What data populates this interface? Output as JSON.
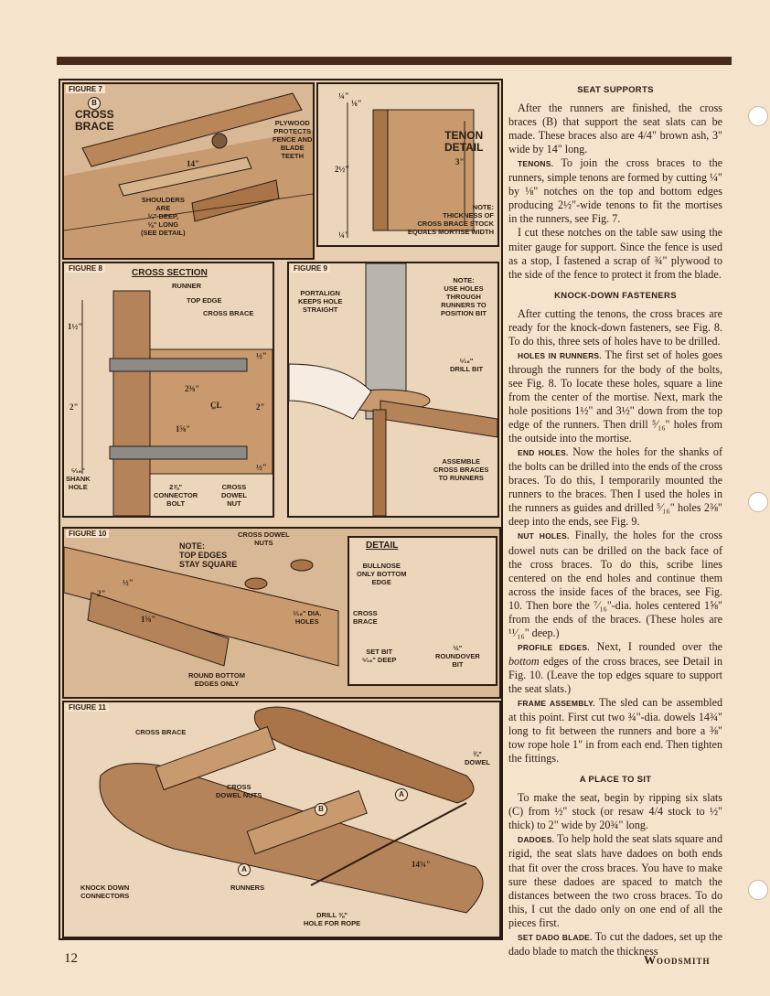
{
  "page": {
    "number": "12",
    "publication": "Woodsmith"
  },
  "figures": {
    "fig7": {
      "label": "FIGURE 7",
      "cross_brace": "CROSS\nBRACE",
      "circle_b": "B",
      "plywood": "PLYWOOD\nPROTECTS\nFENCE AND\nBLADE\nTEETH",
      "dim_14": "14\"",
      "shoulders": "SHOULDERS\nARE\n¼\" DEEP,\n⅛\" LONG\n(SEE DETAIL)",
      "tenon_detail": "TENON\nDETAIL",
      "note": "NOTE:\nTHICKNESS OF\nCROSS BRACE STOCK\nEQUALS MORTISE WIDTH",
      "dim_quarter": "¼\"",
      "dim_eighth": "⅛\"",
      "dim_2half": "2½\"",
      "dim_3": "3\"",
      "dim_quarter2": "¼\""
    },
    "fig8": {
      "label": "FIGURE 8",
      "title": "CROSS SECTION",
      "runner": "RUNNER",
      "top_edge": "TOP EDGE",
      "cross_brace": "CROSS BRACE",
      "dim_1half": "1½\"",
      "dim_half1": "½\"",
      "dim_2_3_8": "2⅜\"",
      "dim_2": "2\"",
      "dim_2b": "2\"",
      "cl": "C̲L",
      "dim_1_5_8": "1⅝\"",
      "dim_half2": "½\"",
      "shank_hole": "⁵⁄₁₆\"\nSHANK\nHOLE",
      "connector": "2⅞\"\nCONNECTOR\nBOLT",
      "dowel_nut": "CROSS\nDOWEL\nNUT"
    },
    "fig9": {
      "label": "FIGURE 9",
      "portalign": "PORTALIGN\nKEEPS HOLE\nSTRAIGHT",
      "note": "NOTE:\nUSE HOLES\nTHROUGH\nRUNNERS TO\nPOSITION BIT",
      "drill_bit": "⁵⁄₁₆\"\nDRILL BIT",
      "assemble": "ASSEMBLE\nCROSS BRACES\nTO RUNNERS"
    },
    "fig10": {
      "label": "FIGURE 10",
      "note": "NOTE:\nTOP EDGES\nSTAY SQUARE",
      "dowel_nuts": "CROSS DOWEL\nNUTS",
      "dim_half": "½\"",
      "dim_2": "2\"",
      "dim_1_5_8": "1⅝\"",
      "dia_holes": "⁷⁄₁₆\" DIA.\nHOLES",
      "round_bottom": "ROUND BOTTOM\nEDGES ONLY",
      "detail": "DETAIL",
      "bullnose": "BULLNOSE\nONLY BOTTOM\nEDGE",
      "cross_brace": "CROSS\nBRACE",
      "set_bit": "SET BIT\n⁵⁄₁₆\" DEEP",
      "roundover": "½\"\nROUNDOVER\nBIT"
    },
    "fig11": {
      "label": "FIGURE 11",
      "cross_brace": "CROSS BRACE",
      "dowel": "¾\"\nDOWEL",
      "dowel_nuts": "CROSS\nDOWEL NUTS",
      "knock_down": "KNOCK DOWN\nCONNECTORS",
      "runners": "RUNNERS",
      "dim_14_3_4": "14¾\"",
      "drill": "DRILL ⅜\"\nHOLE FOR ROPE",
      "circle_a": "A",
      "circle_b": "B"
    }
  },
  "article": {
    "h_seat": "SEAT SUPPORTS",
    "p1": "After the runners are finished, the cross braces (B) that support the seat slats can be made. These braces also are 4/4\" brown ash, 3\" wide by 14\" long.",
    "p2_lead": "TENONS.",
    "p2": " To join the cross braces to the runners, simple tenons are formed by cutting ¼\" by ⅛\" notches on the top and bottom edges producing 2½\"-wide tenons to fit the mortises in the runners, see Fig. 7.",
    "p3": "I cut these notches on the table saw using the miter gauge for support. Since the fence is used as a stop, I fastened a scrap of ¾\" plywood to the side of the fence to protect it from the blade.",
    "h_knock": "KNOCK-DOWN FASTENERS",
    "p4": "After cutting the tenons, the cross braces are ready for the knock-down fasteners, see Fig. 8. To do this, three sets of holes have to be drilled.",
    "p5_lead": "HOLES IN RUNNERS.",
    "p5": " The first set of holes goes through the runners for the body of the bolts, see Fig. 8. To locate these holes, square a line from the center of the mortise. Next, mark the hole positions 1½\" and 3½\" down from the top edge of the runners. Then drill ⁵⁄₁₆\" holes from the outside into the mortise.",
    "p6_lead": "END HOLES.",
    "p6": " Now the holes for the shanks of the bolts can be drilled into the ends of the cross braces. To do this, I temporarily mounted the runners to the braces. Then I used the holes in the runners as guides and drilled ⁵⁄₁₆\" holes 2⅜\" deep into the ends, see Fig. 9.",
    "p7_lead": "NUT HOLES.",
    "p7": " Finally, the holes for the cross dowel nuts can be drilled on the back face of the cross braces. To do this, scribe lines centered on the end holes and continue them across the inside faces of the braces, see Fig. 10. Then bore the ⁷⁄₁₆\"-dia. holes centered 1⅝\" from the ends of the braces. (These holes are ¹¹⁄₁₆\" deep.)",
    "p8_lead": "PROFILE EDGES.",
    "p8a": " Next, I rounded over the ",
    "p8_em": "bottom",
    "p8b": " edges of the cross braces, see Detail in Fig. 10. (Leave the top edges square to support the seat slats.)",
    "p9_lead": "FRAME ASSEMBLY.",
    "p9": " The sled can be assembled at this point. First cut two ¾\"-dia. dowels 14¾\" long to fit between the runners and bore a ⅜\" tow rope hole 1\" in from each end. Then tighten the fittings.",
    "h_place": "A PLACE TO SIT",
    "p10": "To make the seat, begin by ripping six slats (C) from ½\" stock (or resaw 4/4 stock to ½\" thick) to 2\" wide by 20¾\" long.",
    "p11_lead": "DADOES.",
    "p11": " To help hold the seat slats square and rigid, the seat slats have dadoes on both ends that fit over the cross braces. You have to make sure these dadoes are spaced to match the distances between the two cross braces. To do this, I cut the dado only on one end of all the pieces first.",
    "p12_lead": "SET DADO BLADE.",
    "p12": " To cut the dadoes, set up the dado blade to match the thickness"
  }
}
